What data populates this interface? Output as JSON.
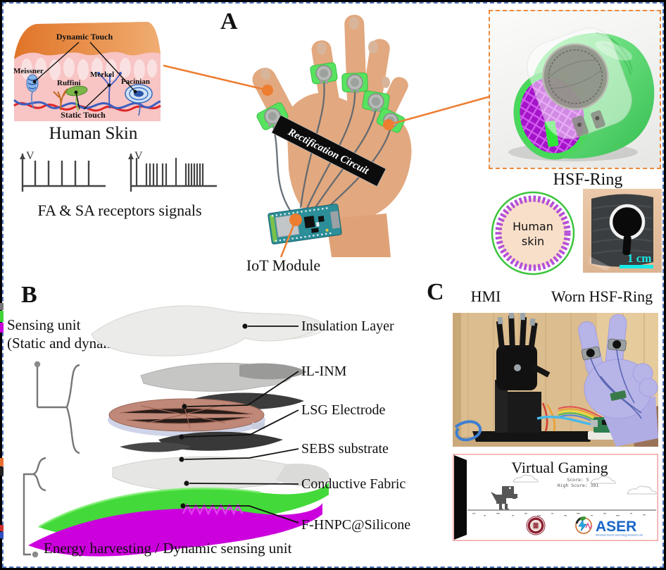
{
  "colors": {
    "callout_orange": "#ed7d31",
    "border_blue": "#4e74ba",
    "ring_green": "#52e05e",
    "ring_purple": "#a816cc",
    "fabric_green": "#3fd435",
    "silicone_magenta": "#cc00dd",
    "aser_blue": "#1866c8",
    "scale_cyan": "#17e8e8"
  },
  "panelA": {
    "label": "A",
    "skin_diagram": {
      "dynamic_touch": "Dynamic Touch",
      "static_touch": "Static Touch",
      "meissner": "Meissner",
      "ruffini": "Ruffini",
      "merkel": "Merkel",
      "pacinian": "Pacinian",
      "caption": "Human Skin"
    },
    "signals": {
      "v1": "V",
      "v2": "V",
      "caption": "FA & SA receptors signals"
    },
    "hand": {
      "banner": "Rectification Circuit",
      "iot_caption": "IoT Module"
    },
    "hsf": {
      "caption": "HSF-Ring"
    },
    "skin_circle": {
      "line1": "Human",
      "line2": "skin"
    },
    "finger_photo": {
      "scale_label": "1 cm"
    }
  },
  "panelB": {
    "label": "B",
    "sensing_line1": "Sensing unit",
    "sensing_line2": "(Static and dynamic)",
    "layers": [
      "Insulation Layer",
      "IL-INM",
      "LSG Electrode",
      "SEBS substrate",
      "Conductive Fabric",
      "F-HNPC@Silicone"
    ],
    "energy_label": "Energy harvesting / Dynamic sensing unit"
  },
  "panelC": {
    "label": "C",
    "hmi_label": "HMI",
    "worn_label": "Worn HSF-Ring",
    "game": {
      "title": "Virtual Gaming",
      "score": "Score: 5",
      "high_score": "High Score: 391",
      "aser_text": "ASER",
      "aser_subtext": "Advanced Sensor and Energy Research Lab"
    }
  }
}
